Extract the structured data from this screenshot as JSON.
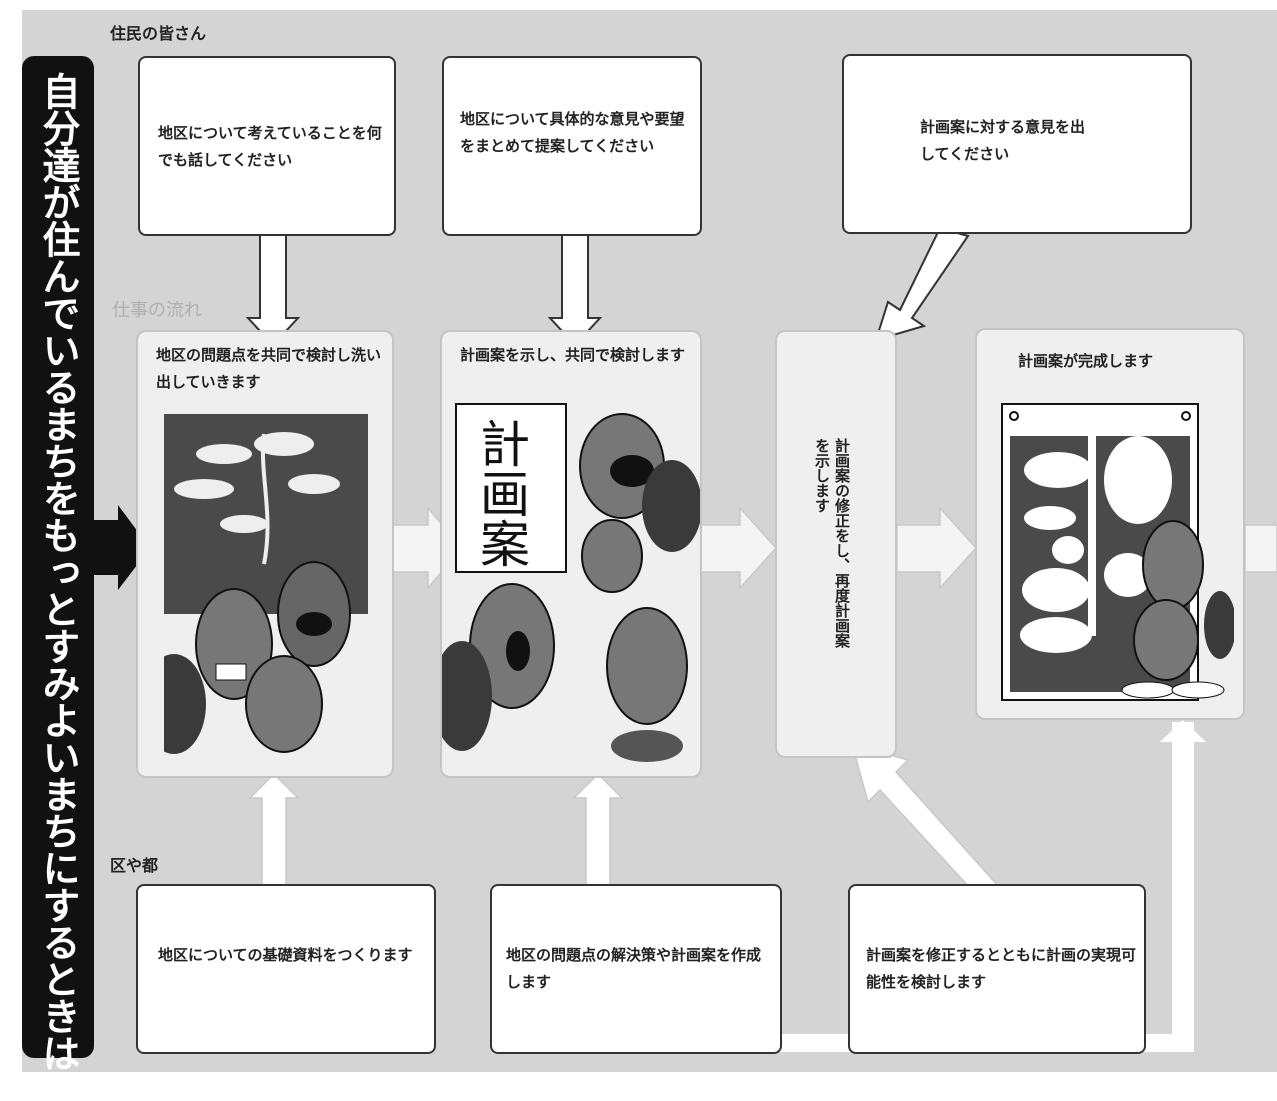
{
  "labels": {
    "residents": "住民の皆さん",
    "workflow": "仕事の流れ",
    "government": "区や都"
  },
  "banner": "自分達が住んでいるまちをもっとすみよいまちにするときは",
  "residents_boxes": [
    "地区について考えていることを何でも話してください",
    "地区について具体的な意見や要望をまとめて提案してください",
    "計画案に対する意見を出してください"
  ],
  "stages": [
    "地区の問題点を共同で検討し洗い出していきます",
    "計画案を示し、共同で検討します",
    "計画案の修正をし、再度計画案を示します",
    "計画案が完成します"
  ],
  "poster_text": "計画案",
  "government_boxes": [
    "地区についての基礎資料をつくります",
    "地区の問題点の解決策や計画案を作成します",
    "計画案を修正するとともに計画の実現可能性を検討します"
  ],
  "colors": {
    "background": "#d4d4d4",
    "banner": "#111111",
    "box_border": "#333333",
    "stage_fill": "#efefef"
  }
}
